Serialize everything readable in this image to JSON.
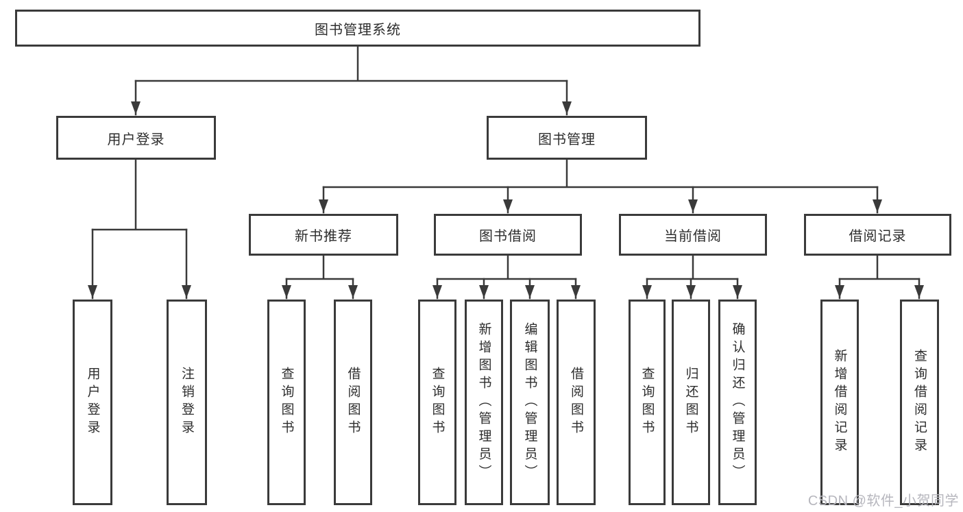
{
  "tree": {
    "label": "图书管理系统",
    "children": [
      {
        "label": "用户登录",
        "children": [
          {
            "label": "用户登录"
          },
          {
            "label": "注销登录"
          }
        ]
      },
      {
        "label": "图书管理",
        "children": [
          {
            "label": "新书推荐",
            "children": [
              {
                "label": "查询图书"
              },
              {
                "label": "借阅图书"
              }
            ]
          },
          {
            "label": "图书借阅",
            "children": [
              {
                "label": "查询图书"
              },
              {
                "label": "新增图书（管理员）"
              },
              {
                "label": "编辑图书（管理员）"
              },
              {
                "label": "借阅图书"
              }
            ]
          },
          {
            "label": "当前借阅",
            "children": [
              {
                "label": "查询图书"
              },
              {
                "label": "归还图书"
              },
              {
                "label": "确认归还（管理员）"
              }
            ]
          },
          {
            "label": "借阅记录",
            "children": [
              {
                "label": "新增借阅记录"
              },
              {
                "label": "查询借阅记录"
              }
            ]
          }
        ]
      }
    ]
  },
  "watermark": {
    "text": "CSDN @软件_小贺同学"
  },
  "colors": {
    "line": "#3a3a3a",
    "border": "#3a3a3a",
    "fill": "#ffffff",
    "text": "#2d2d2d",
    "watermark": "#b6b6bd",
    "background": "#ffffff"
  }
}
